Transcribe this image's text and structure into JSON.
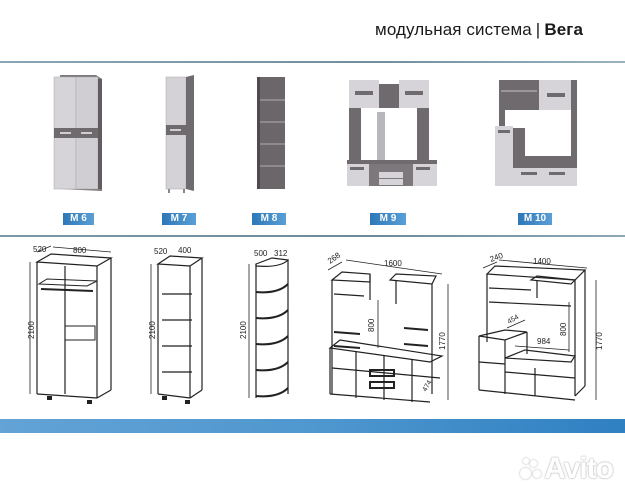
{
  "header": {
    "subtitle": "модульная система",
    "separator": "|",
    "brand": "Вега"
  },
  "modules": [
    {
      "code": "M 6",
      "type": "wardrobe-2-door",
      "dimensions": {
        "depth": "520",
        "width": "800",
        "height": "2100"
      }
    },
    {
      "code": "M 7",
      "type": "wardrobe-1-door",
      "dimensions": {
        "depth": "520",
        "width": "400",
        "height": "2100"
      }
    },
    {
      "code": "M 8",
      "type": "corner-shelf",
      "dimensions": {
        "depth": "500",
        "width": "312",
        "height": "2100"
      }
    },
    {
      "code": "M 9",
      "type": "wall-unit",
      "dimensions": {
        "depth": "268",
        "width": "1600",
        "height": "1770",
        "inner_height": "800",
        "lower_depth": "474"
      }
    },
    {
      "code": "M 10",
      "type": "wall-unit-stepped",
      "dimensions": {
        "depth": "240",
        "width": "1400",
        "height": "1770",
        "inner_height": "800",
        "inner_width": "984",
        "side_depth": "454"
      }
    }
  ],
  "colors": {
    "badge_start": "#2d78b8",
    "badge_end": "#5a9fd6",
    "bottom_bar": "#4f97cf",
    "divider": "#6f8f9e",
    "panel_light": "#d4d2d6",
    "panel_dark": "#6e6a6e"
  },
  "watermark": {
    "text": "Avito"
  }
}
